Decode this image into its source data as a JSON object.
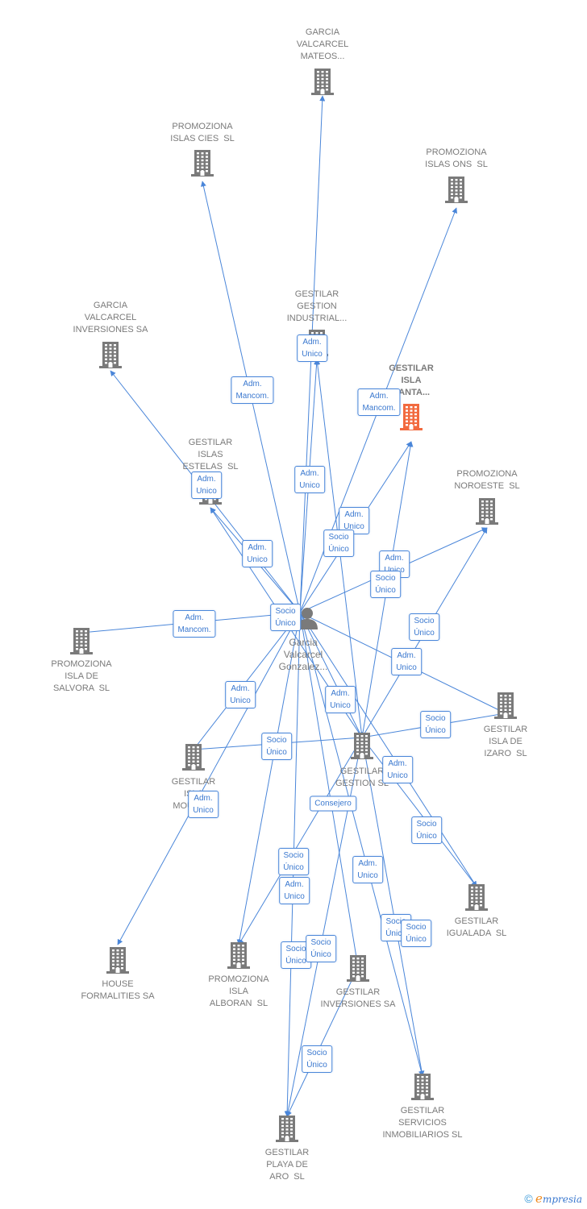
{
  "center": {
    "label": "Garcia\nValcarcel\nGonzalez..."
  },
  "nodes": [
    {
      "id": "mateos",
      "label": "GARCIA\nVALCARCEL\nMATEOS..."
    },
    {
      "id": "cies",
      "label": "PROMOZIONA\nISLAS CIES  SL"
    },
    {
      "id": "ons",
      "label": "PROMOZIONA\nISLAS ONS  SL"
    },
    {
      "id": "gv-inv",
      "label": "GARCIA\nVALCARCEL\nINVERSIONES SA"
    },
    {
      "id": "industrial",
      "label": "GESTILAR\nGESTION\nINDUSTRIAL..."
    },
    {
      "id": "santa",
      "label": "GESTILAR\nISLA\nSANTA...",
      "main": true
    },
    {
      "id": "estelas",
      "label": "GESTILAR\nISLAS\nESTELAS  SL"
    },
    {
      "id": "noroeste",
      "label": "PROMOZIONA\nNOROESTE  SL"
    },
    {
      "id": "salvora",
      "label": "PROMOZIONA\nISLA DE\nSALVORA  SL"
    },
    {
      "id": "izaro",
      "label": "GESTILAR\nISLA DE\nIZARO  SL"
    },
    {
      "id": "gestion",
      "label": "GESTILAR\nGESTION SL"
    },
    {
      "id": "mouro",
      "label": "GESTILAR\nISLA\nMOURO..."
    },
    {
      "id": "igualada",
      "label": "GESTILAR\nIGUALADA  SL"
    },
    {
      "id": "house",
      "label": "HOUSE\nFORMALITIES SA"
    },
    {
      "id": "alboran",
      "label": "PROMOZIONA\nISLA\nALBORAN  SL"
    },
    {
      "id": "inversiones",
      "label": "GESTILAR\nINVERSIONES SA"
    },
    {
      "id": "servicios",
      "label": "GESTILAR\nSERVICIOS\nINMOBILIARIOS SL"
    },
    {
      "id": "playa",
      "label": "GESTILAR\nPLAYA DE\nARO  SL"
    }
  ],
  "relations": [
    "Adm.\nUnico",
    "Adm.\nMancom.",
    "Adm.\nMancom.",
    "Adm.\nUnico",
    "Adm.\nUnico",
    "Adm.\nUnico",
    "Socio\nÚnico",
    "Adm.\nUnico",
    "Adm.\nUnico",
    "Socio\nÚnico",
    "Socio\nÚnico",
    "Adm.\nMancom.",
    "Socio\nÚnico",
    "Adm.\nUnico",
    "Adm.\nUnico",
    "Socio\nÚnico",
    "Adm.\nUnico",
    "Socio\nÚnico",
    "Adm.\nUnico",
    "Adm.\nUnico",
    "Consejero",
    "Socio\nÚnico",
    "Socio\nÚnico",
    "Adm.\nUnico",
    "Adm.\nUnico",
    "Socio\nÚnico",
    "Socio\nÚnico",
    "Socio\nÚnico",
    "Socio\nÚnico",
    "Socio\nÚnico"
  ],
  "colors": {
    "edge": "#4a86d9",
    "node": "#7a7a7a",
    "main_node": "#f26a3f",
    "label": "#3a78cf"
  },
  "copyright": {
    "symbol": "©",
    "brand_initial": "e",
    "brand_rest": "mpresia"
  }
}
